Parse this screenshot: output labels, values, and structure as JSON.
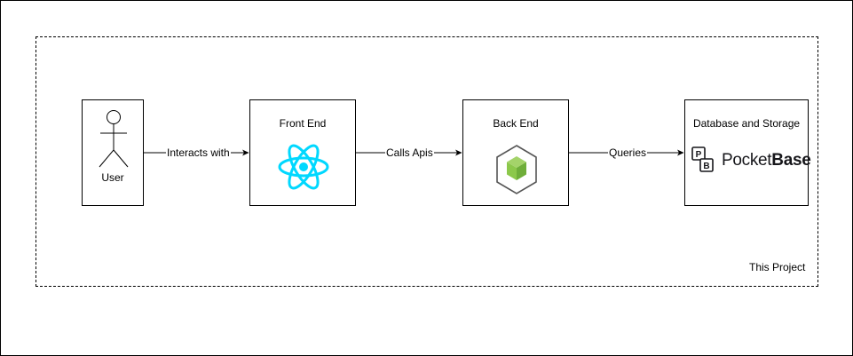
{
  "diagram": {
    "boundary_label": "This Project",
    "nodes": {
      "user": {
        "label": "User",
        "icon": "user-stick-figure-icon"
      },
      "frontend": {
        "label": "Front End",
        "icon": "react-icon",
        "icon_color": "#00d8ff"
      },
      "backend": {
        "label": "Back End",
        "icon": "nodejs-hexagon-icon",
        "icon_color": "#8cc84b"
      },
      "database": {
        "label": "Database and Storage",
        "icon": "pocketbase-icon",
        "logo_text_regular": "Pocket",
        "logo_text_bold": "Base"
      }
    },
    "edges": [
      {
        "from": "user",
        "to": "frontend",
        "label": "Interacts with"
      },
      {
        "from": "frontend",
        "to": "backend",
        "label": "Calls Apis"
      },
      {
        "from": "backend",
        "to": "database",
        "label": "Queries"
      }
    ]
  }
}
